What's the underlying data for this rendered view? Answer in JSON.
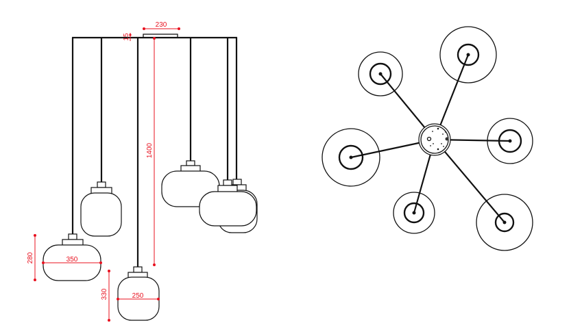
{
  "dimensions": {
    "canopy_width": "230",
    "canopy_height": "15",
    "cord_length": "1400",
    "large_shade_height": "280",
    "large_shade_width": "350",
    "small_shade_height": "330",
    "small_shade_width": "250"
  },
  "colors": {
    "dimension": "#e8101e",
    "line": "#111111"
  }
}
